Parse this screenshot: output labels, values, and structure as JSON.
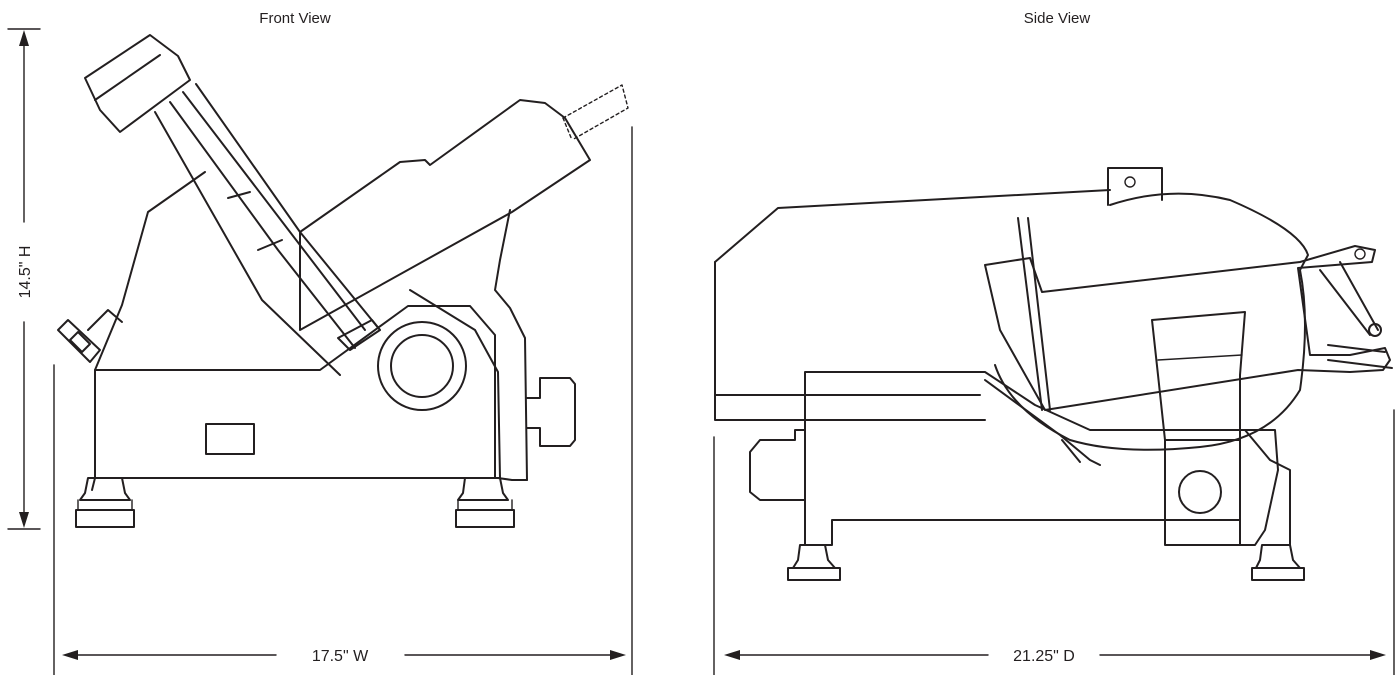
{
  "views": {
    "front": {
      "title": "Front View"
    },
    "side": {
      "title": "Side View"
    }
  },
  "dimensions": {
    "height": "14.5\" H",
    "width": "17.5\" W",
    "depth": "21.25\" D"
  },
  "colors": {
    "line": "#231f20",
    "background": "#ffffff"
  }
}
